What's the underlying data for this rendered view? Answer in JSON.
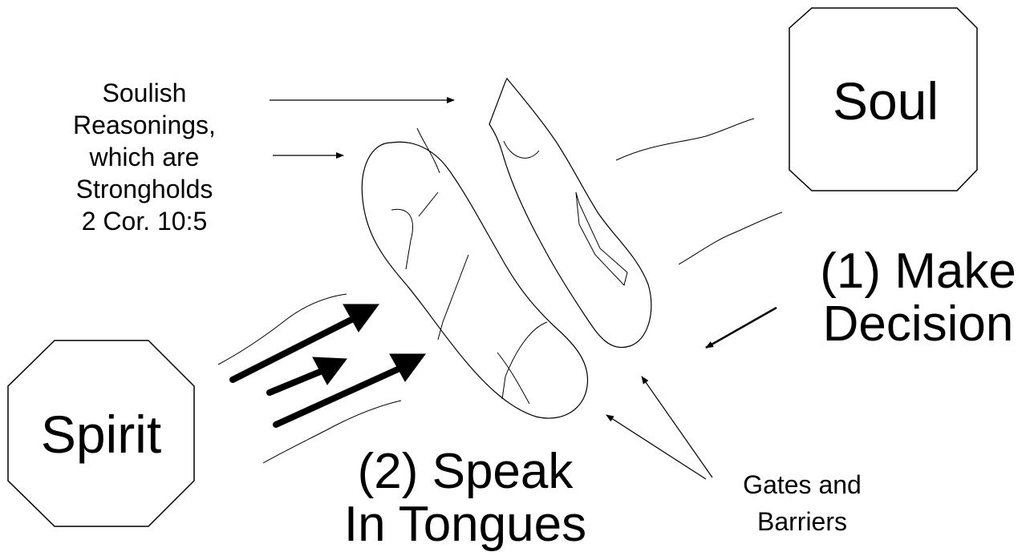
{
  "nodes": {
    "spirit": "Spirit",
    "soul": "Soul"
  },
  "labels": {
    "soulish": [
      "Soulish",
      "Reasonings,",
      "which are",
      "Strongholds",
      "2 Cor. 10:5"
    ],
    "make_decision": [
      "(1) Make",
      "Decision"
    ],
    "speak_tongues": [
      "(2) Speak",
      "In Tongues"
    ],
    "gates": [
      "Gates and",
      "Barriers"
    ]
  },
  "colors": {
    "ink": "#000000",
    "background": "#ffffff"
  }
}
